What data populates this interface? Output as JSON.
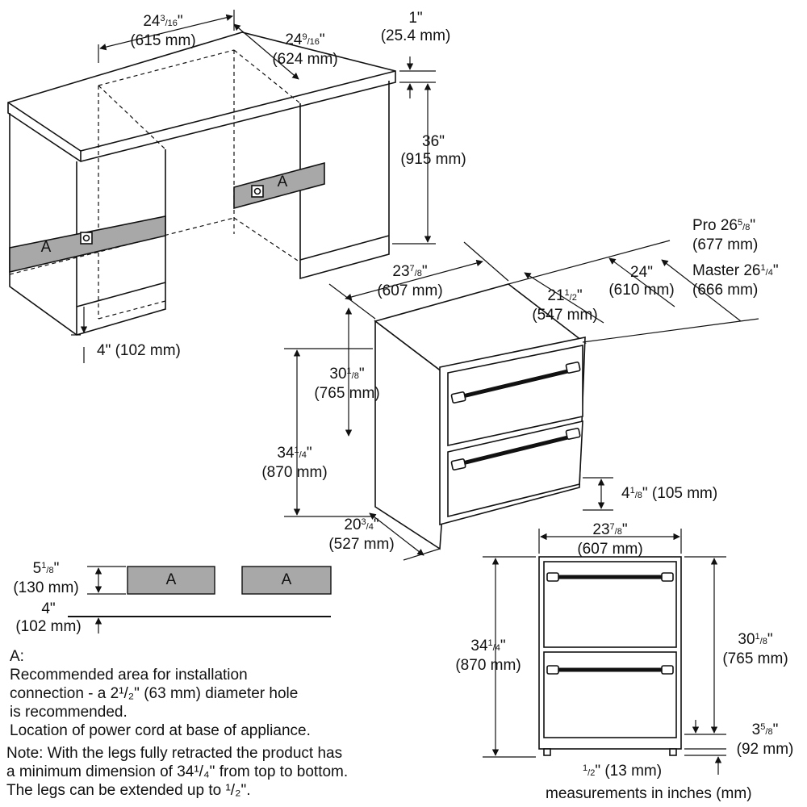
{
  "zone_letter": "A",
  "dims": {
    "top_width": {
      "whole": "24",
      "num": "3",
      "den": "16",
      "mm": "(615 mm)"
    },
    "top_depth": {
      "whole": "24",
      "num": "9",
      "den": "16",
      "mm": "(624 mm)"
    },
    "counter_thk": {
      "whole": "1",
      "num": "",
      "den": "",
      "mm": "(25.4 mm)"
    },
    "cab_height": {
      "whole": "36",
      "num": "",
      "den": "",
      "mm": "(915 mm)"
    },
    "plinth": {
      "text": "4\" (102 mm)"
    },
    "unit_width": {
      "whole": "23",
      "num": "7",
      "den": "8",
      "mm": "(607 mm)"
    },
    "inner_depth": {
      "whole": "21",
      "num": "1",
      "den": "2",
      "mm": "(547 mm)"
    },
    "depth_24": {
      "whole": "24",
      "num": "",
      "den": "",
      "mm": "(610 mm)"
    },
    "pro_depth": {
      "prefix": "Pro",
      "whole": "26",
      "num": "5",
      "den": "8",
      "mm": "(677 mm)"
    },
    "master_depth": {
      "prefix": "Master",
      "whole": "26",
      "num": "1",
      "den": "4",
      "mm": "(666 mm)"
    },
    "body_height": {
      "whole": "30",
      "num": "1",
      "den": "8",
      "mm": "(765 mm)"
    },
    "total_height": {
      "whole": "34",
      "num": "1",
      "den": "4",
      "mm": "(870 mm)"
    },
    "toe_kick": {
      "whole": "4",
      "num": "1",
      "den": "8",
      "mm": "(105 mm)"
    },
    "side_depth": {
      "whole": "20",
      "num": "3",
      "den": "4",
      "mm": "(527 mm)"
    },
    "zone_height": {
      "whole": "5",
      "num": "1",
      "den": "8",
      "mm": "(130 mm)"
    },
    "zone_base": {
      "whole": "4",
      "num": "",
      "den": "",
      "mm": "(102 mm)"
    },
    "front_width": {
      "whole": "23",
      "num": "7",
      "den": "8",
      "mm": "(607 mm)"
    },
    "front_total": {
      "whole": "34",
      "num": "1",
      "den": "4",
      "mm": "(870 mm)"
    },
    "front_body": {
      "whole": "30",
      "num": "1",
      "den": "8",
      "mm": "(765 mm)"
    },
    "front_plinth": {
      "whole": "3",
      "num": "5",
      "den": "8",
      "mm": "(92 mm)"
    },
    "legs": {
      "num": "1",
      "den": "2",
      "mm": "(13 mm)"
    }
  },
  "notes": {
    "a_heading": "A:",
    "a_line1": "Recommended area for installation",
    "a_line2": "connection - a 2¹/₂\" (63 mm) diameter hole",
    "a_line3": "is recommended.",
    "a_line4": "Location of power cord at base of appliance.",
    "note_line1": "Note: With the legs fully retracted the product has",
    "note_line2": "a minimum dimension of 34¹/₄\" from top to bottom.",
    "note_line3": "The legs can be extended up to ¹/₂\"."
  },
  "units_caption": "measurements in inches (mm)",
  "colors": {
    "zone_fill": "#a8a8a8",
    "line": "#111111"
  }
}
